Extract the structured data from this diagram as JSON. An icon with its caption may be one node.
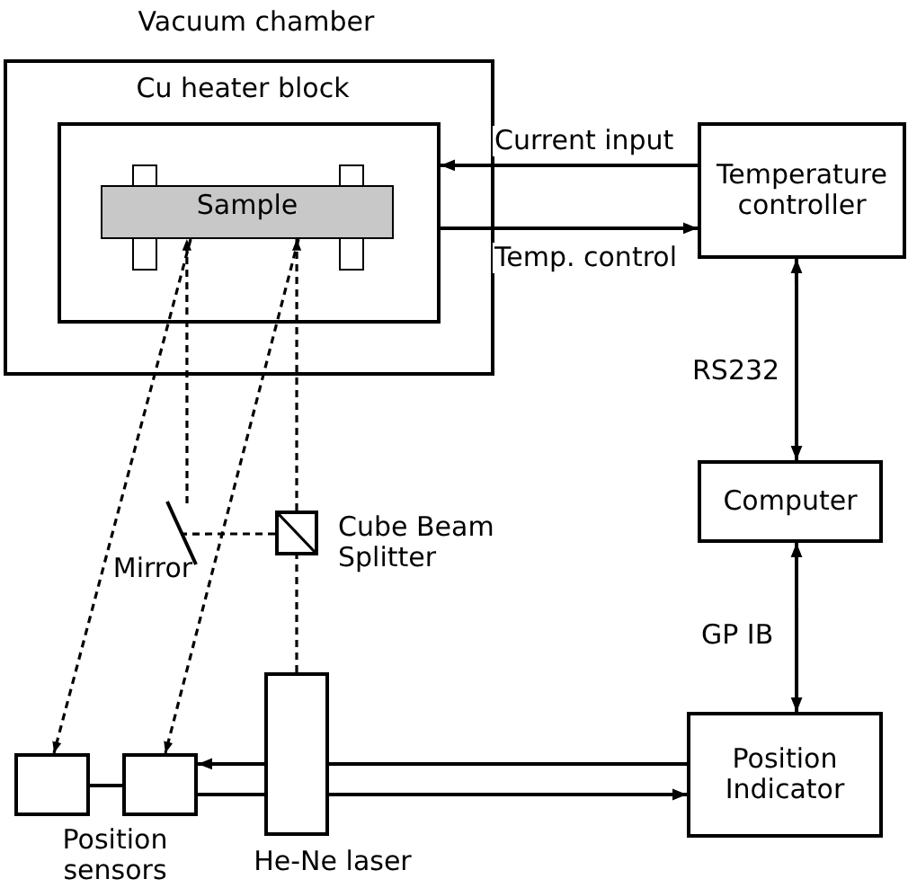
{
  "diagram": {
    "nodes": [
      {
        "text": [
          "Vacuum chamber"
        ]
      },
      {
        "text": [
          "Cu heater block"
        ],
        "in": 0
      },
      {
        "text": [
          "Sample"
        ],
        "in": 1
      },
      {
        "text": [
          "Temperature controller"
        ]
      },
      {
        "text": [
          "Mirror"
        ]
      },
      {
        "text": [
          "Cube Beam Splitter"
        ]
      },
      {
        "text": [
          "Computer"
        ]
      },
      {
        "text": [
          "He-Ne laser"
        ]
      },
      {
        "text": [],
        "shape": "box"
      },
      {
        "text": [],
        "shape": "box"
      },
      {
        "text": [
          "Position Indicator"
        ]
      }
    ],
    "edges": [
      {
        "from": 3,
        "to": 1,
        "arrow": "to",
        "label": "Current input"
      },
      {
        "from": 1,
        "to": 3,
        "arrow": "to",
        "label": "Temp. control"
      },
      {
        "from": 3,
        "to": 6,
        "arrow": "both",
        "label": "RS232"
      },
      {
        "from": 6,
        "to": 10,
        "arrow": "both",
        "label": "GP IB"
      },
      {
        "from": 10,
        "to": 7,
        "arrow": "none"
      },
      {
        "from": 7,
        "to": 9,
        "arrow": "to"
      },
      {
        "from": 9,
        "to": 7,
        "arrow": "none"
      },
      {
        "from": 7,
        "to": 10,
        "arrow": "to"
      },
      {
        "from": 8,
        "to": 9,
        "arrow": "none"
      },
      {
        "from": 7,
        "to": 5,
        "arrow": "none",
        "style": "dashed"
      },
      {
        "from": 5,
        "to": 2,
        "arrow": "to",
        "style": "dashed"
      },
      {
        "from": 5,
        "to": 4,
        "arrow": "none",
        "style": "dashed"
      },
      {
        "from": 4,
        "to": 2,
        "arrow": "to",
        "style": "dashed"
      },
      {
        "from": 2,
        "to": 8,
        "arrow": "to",
        "style": "dashed"
      },
      {
        "from": 2,
        "to": 9,
        "arrow": "to",
        "style": "dashed"
      }
    ],
    "labels": [
      "Position sensors"
    ]
  }
}
